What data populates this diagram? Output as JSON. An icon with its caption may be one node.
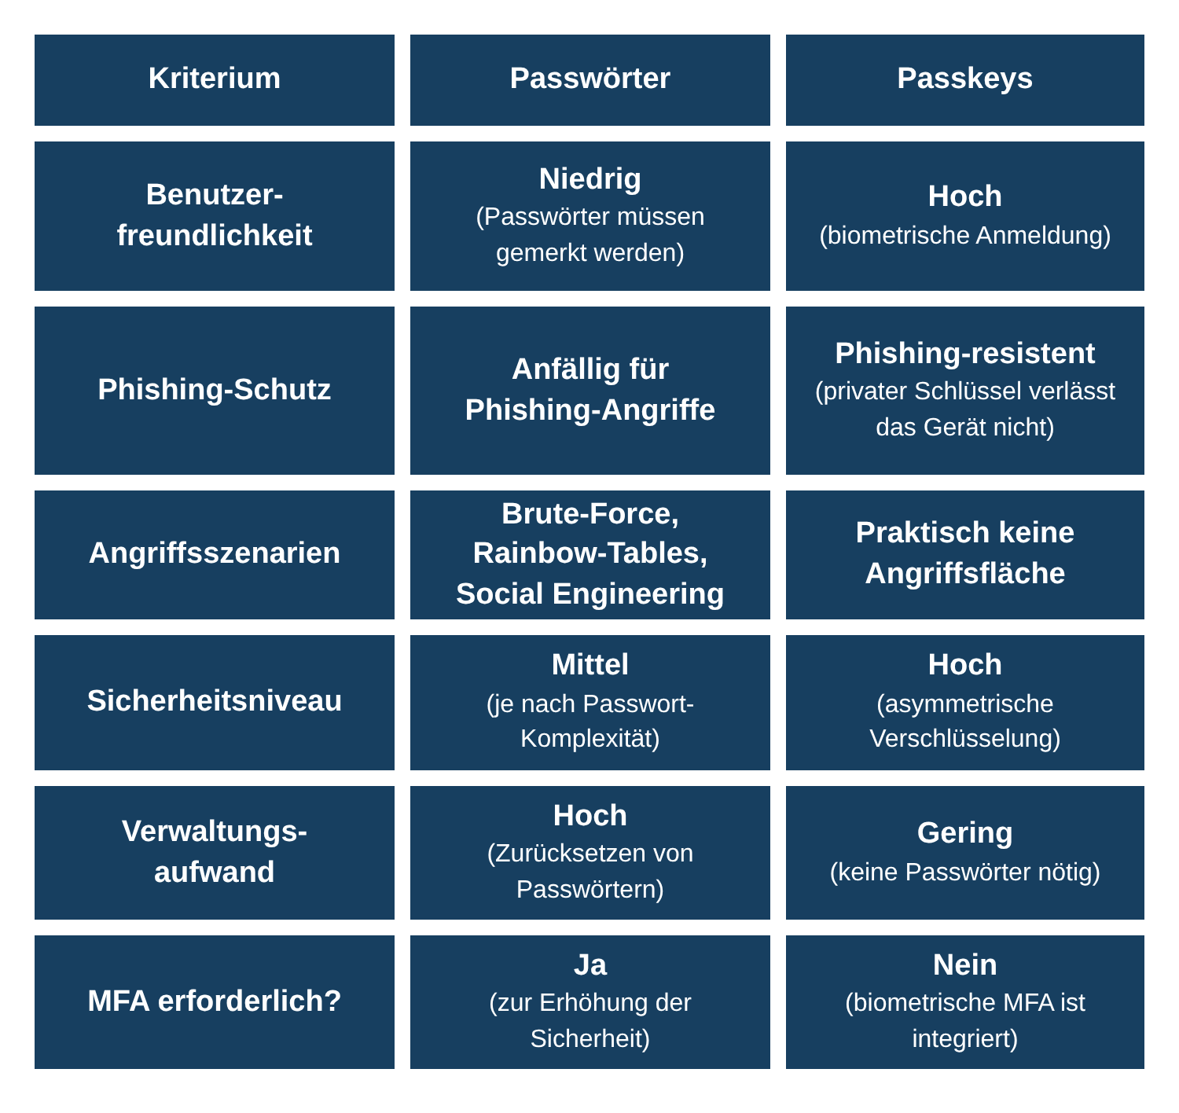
{
  "diagram": {
    "labels": [
      "Kriterium",
      "Passwörter",
      "Passkeys",
      "Benutzer- freundlichkeit",
      "**Niedrig** (Passwörter müssen gemerkt werden)",
      "**Hoch** (biometrische Anmeldung)",
      "Phishing-Schutz",
      "Anfällig für Phishing-Angriffe",
      "**Phishing-resistent** (privater Schlüssel verlässt das Gerät nicht)",
      "Angriffsszenarien",
      "Brute-Force, Rainbow-Tables, Social Engineering",
      "Praktisch keine Angriffsfläche",
      "Sicherheitsniveau",
      "**Mittel** (je nach Passwort-Komplexität)",
      "**Hoch** (asymmetrische Verschlüsselung)",
      "Verwaltungs- aufwand",
      "**Hoch** (Zurücksetzen von Passwörtern)",
      "**Gering** (keine Passwörter nötig)",
      "MFA erforderlich?",
      "**Ja** (zur Erhöhung der Sicherheit)",
      "**Nein** (biometrische MFA ist integriert)"
    ]
  }
}
